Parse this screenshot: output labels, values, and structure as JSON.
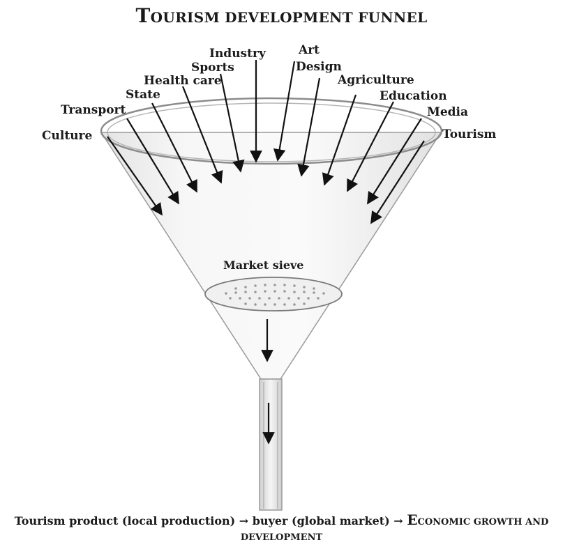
{
  "title": {
    "first_letter": "T",
    "rest": "OURISM DEVELOPMENT FUNNEL"
  },
  "labels": {
    "industry": "Industry",
    "art": "Art",
    "design": "Design",
    "sports": "Sports",
    "health_care": "Health care",
    "state": "State",
    "transport": "Transport",
    "culture": "Culture",
    "agriculture": "Agriculture",
    "education": "Education",
    "media": "Media",
    "tourism": "Tourism",
    "market_sieve": "Market sieve"
  },
  "bottom": {
    "flow_text": "Tourism product  (local production) → buyer (global market) → ",
    "econ_first": "E",
    "econ_rest": "CONOMIC GROWTH AND",
    "line2": "DEVELOPMENT"
  }
}
